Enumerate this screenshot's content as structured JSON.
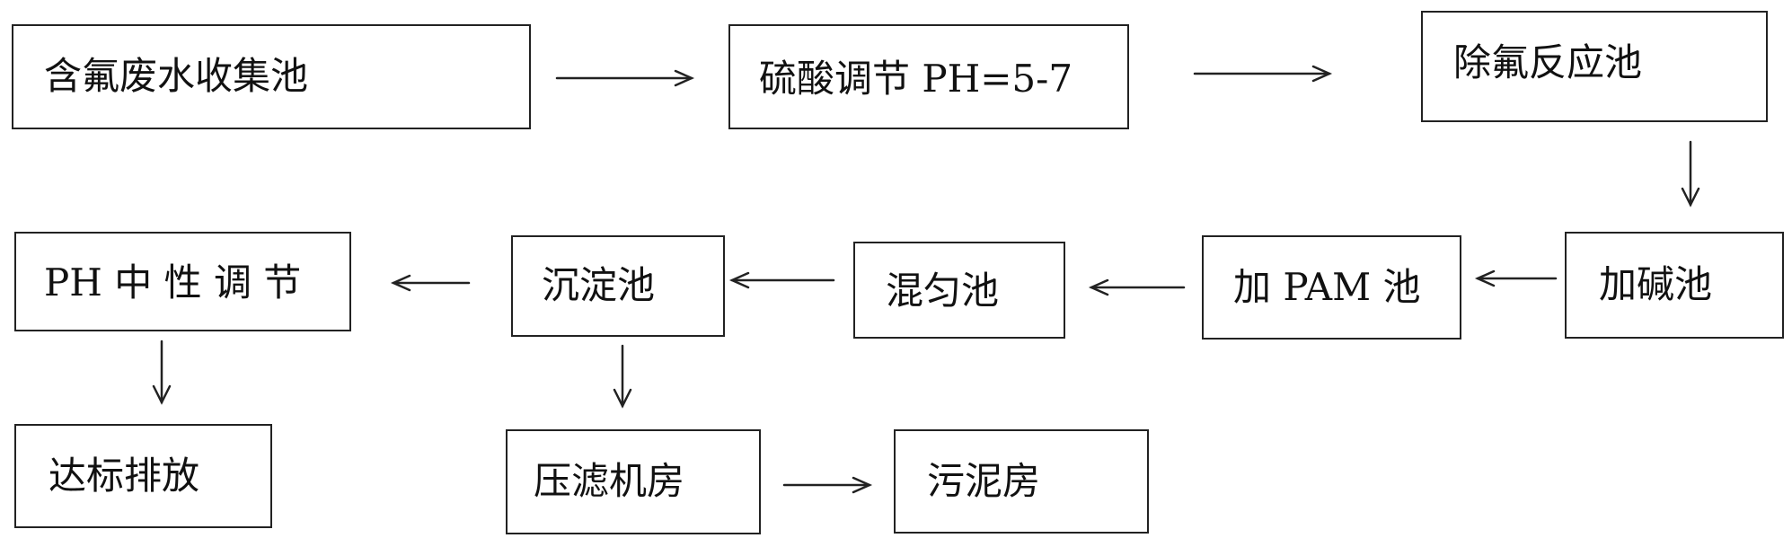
{
  "nodes": {
    "collection": "含氟废水收集池",
    "acid": "硫酸调节 PH=5-7",
    "defluor": "除氟反应池",
    "alkali": "加碱池",
    "pam": "加 PAM 池",
    "mix": "混匀池",
    "settle": "沉淀池",
    "ph_neutral": "PH  中 性 调 节",
    "discharge": "达标排放",
    "filter_press": "压滤机房",
    "sludge": "污泥房"
  },
  "edges": [
    {
      "from": "collection",
      "to": "acid"
    },
    {
      "from": "acid",
      "to": "defluor"
    },
    {
      "from": "defluor",
      "to": "alkali"
    },
    {
      "from": "alkali",
      "to": "pam"
    },
    {
      "from": "pam",
      "to": "mix"
    },
    {
      "from": "mix",
      "to": "settle"
    },
    {
      "from": "settle",
      "to": "ph_neutral"
    },
    {
      "from": "ph_neutral",
      "to": "discharge"
    },
    {
      "from": "settle",
      "to": "filter_press"
    },
    {
      "from": "filter_press",
      "to": "sludge"
    }
  ]
}
